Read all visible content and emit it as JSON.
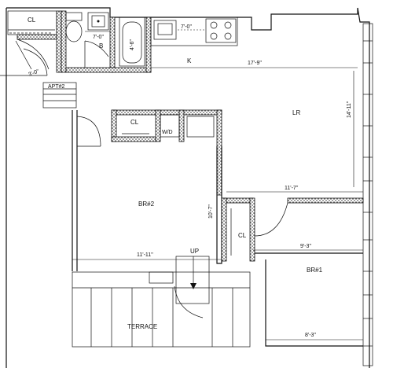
{
  "plan": {
    "apt_label": "APT#2",
    "rooms": {
      "closet_top": "CL",
      "bath": "B",
      "kitchen": "K",
      "living": "LR",
      "closet_mid": "CL",
      "washer_dryer": "W/D",
      "bedroom2": "BR#2",
      "closet_low": "CL",
      "bedroom1": "BR#1",
      "terrace": "TERRACE",
      "stair": "UP"
    },
    "dimensions": {
      "bath_width": "7'-0\"",
      "tub_length": "4'-6\"",
      "kitchen_counter": "7'-0\"",
      "kitchen_length": "17'-9\"",
      "lr_height": "14'-11\"",
      "entry": "3'-0\"",
      "lr_width": "11'-7\"",
      "br2_height": "10'-7\"",
      "br2_width": "11'-11\"",
      "br1_width_top": "9'-3\"",
      "br1_width_bottom": "8'-3\""
    }
  }
}
